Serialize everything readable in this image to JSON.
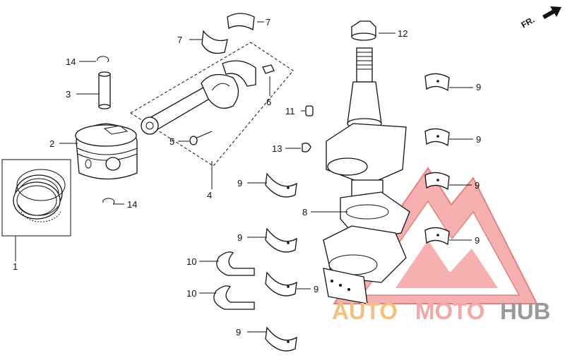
{
  "orientation": {
    "label": "FR."
  },
  "callouts": [
    {
      "id": "c1",
      "label": "1"
    },
    {
      "id": "c2",
      "label": "2"
    },
    {
      "id": "c3",
      "label": "3"
    },
    {
      "id": "c4",
      "label": "4"
    },
    {
      "id": "c5",
      "label": "5"
    },
    {
      "id": "c6",
      "label": "6"
    },
    {
      "id": "c7a",
      "label": "7"
    },
    {
      "id": "c7b",
      "label": "7"
    },
    {
      "id": "c8",
      "label": "8"
    },
    {
      "id": "c9a",
      "label": "9"
    },
    {
      "id": "c9b",
      "label": "9"
    },
    {
      "id": "c9c",
      "label": "9"
    },
    {
      "id": "c9d",
      "label": "9"
    },
    {
      "id": "c9e",
      "label": "9"
    },
    {
      "id": "c9f",
      "label": "9"
    },
    {
      "id": "c9g",
      "label": "9"
    },
    {
      "id": "c9h",
      "label": "9"
    },
    {
      "id": "c10a",
      "label": "10"
    },
    {
      "id": "c10b",
      "label": "10"
    },
    {
      "id": "c11",
      "label": "11"
    },
    {
      "id": "c12",
      "label": "12"
    },
    {
      "id": "c13",
      "label": "13"
    },
    {
      "id": "c14a",
      "label": "14"
    },
    {
      "id": "c14b",
      "label": "14"
    }
  ],
  "watermark": {
    "parts": [
      "AUTO",
      "MOTO",
      "HUB"
    ],
    "colors": [
      "#f5c07a",
      "#f4a7a7",
      "#9a9a9a"
    ],
    "logo_color": "#f08a8a"
  }
}
